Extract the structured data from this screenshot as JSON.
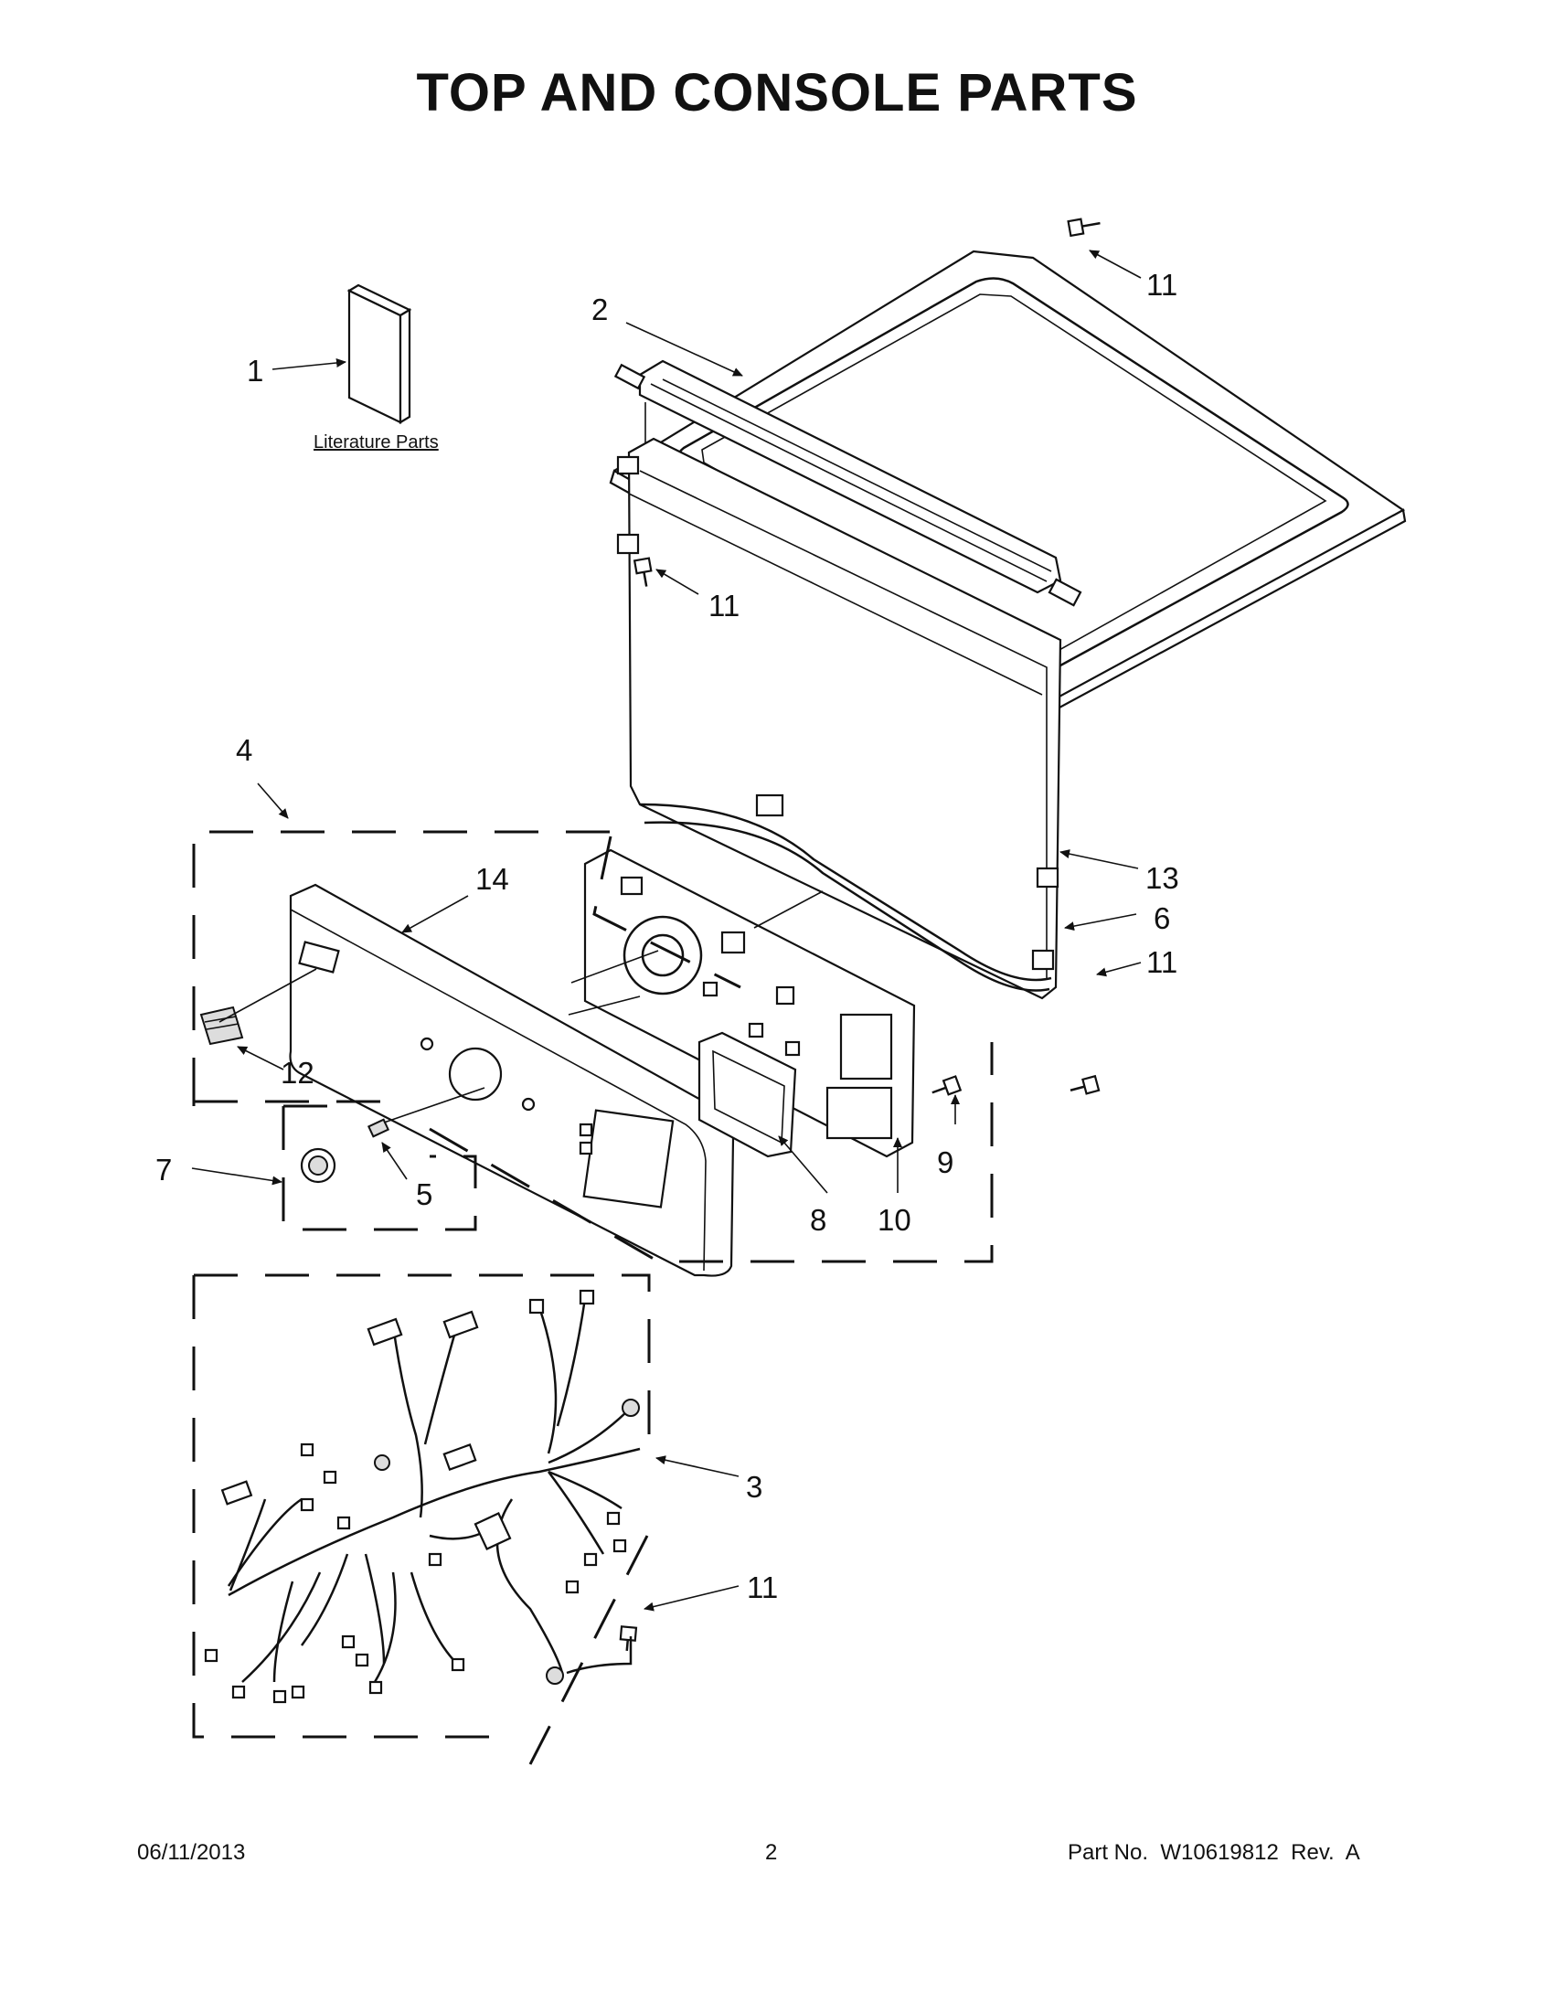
{
  "title": "TOP AND CONSOLE PARTS",
  "literature_label": "Literature Parts",
  "callouts": {
    "c1": "1",
    "c2": "2",
    "c3": "3",
    "c4": "4",
    "c5": "5",
    "c6": "6",
    "c7": "7",
    "c8": "8",
    "c9": "9",
    "c10": "10",
    "c11a": "11",
    "c11b": "11",
    "c11c": "11",
    "c11d": "11",
    "c12": "12",
    "c13": "13",
    "c14": "14"
  },
  "footer": {
    "date": "06/11/2013",
    "page": "2",
    "part_no": "Part No.  W10619812  Rev.  A"
  }
}
